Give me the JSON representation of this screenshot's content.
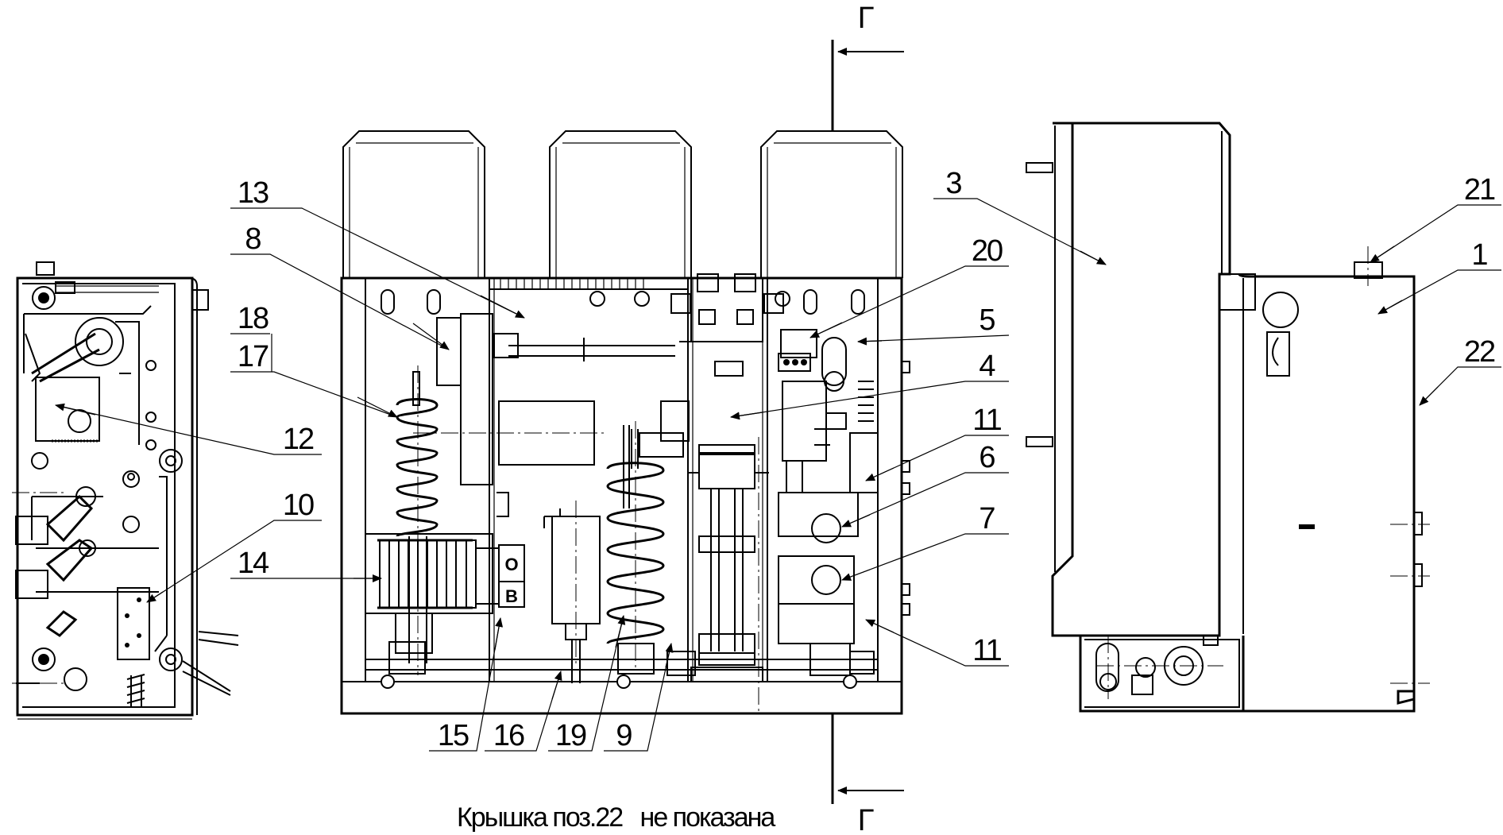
{
  "caption": "Крышка поз.22   не показана",
  "section_top": "Г",
  "section_bottom": "Г",
  "button_o": "О",
  "button_b": "В",
  "callouts": {
    "c1": "1",
    "c3": "3",
    "c4": "4",
    "c5": "5",
    "c6": "6",
    "c7": "7",
    "c8": "8",
    "c9": "9",
    "c10": "10",
    "c11a": "11",
    "c11b": "11",
    "c12": "12",
    "c13": "13",
    "c14": "14",
    "c15": "15",
    "c16": "16",
    "c17": "17",
    "c18": "18",
    "c19": "19",
    "c20": "20",
    "c21": "21",
    "c22": "22"
  }
}
